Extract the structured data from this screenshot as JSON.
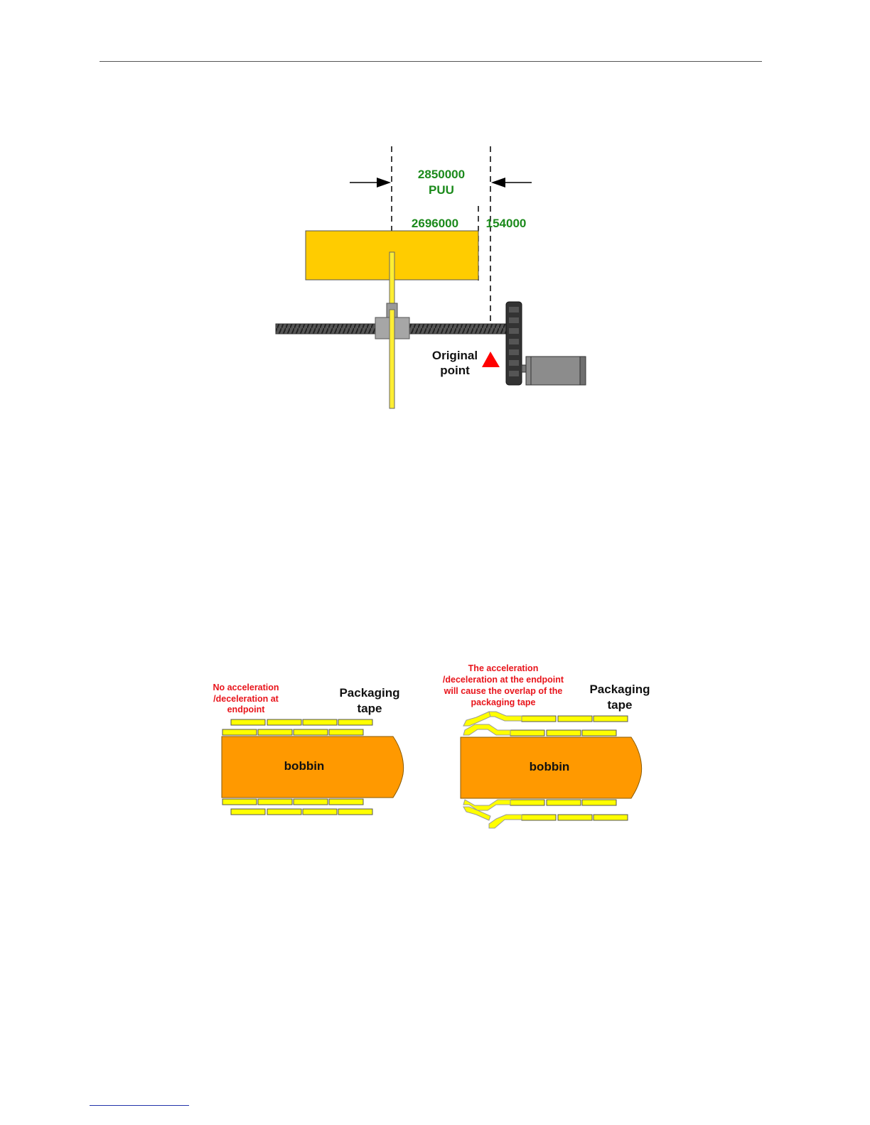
{
  "diagram1": {
    "total_value": "2850000",
    "total_unit": "PUU",
    "segment_a": "2696000",
    "segment_b": "154000",
    "origin_label_line1": "Original",
    "origin_label_line2": "point"
  },
  "diagram2": {
    "left": {
      "note_line1": "No acceleration",
      "note_line2": "/deceleration at",
      "note_line3": "endpoint",
      "tape_label_line1": "Packaging",
      "tape_label_line2": "tape",
      "bobbin_label": "bobbin"
    },
    "right": {
      "note_line1": "The acceleration",
      "note_line2": "/deceleration at the endpoint",
      "note_line3": "will cause the overlap of the",
      "note_line4": "packaging tape",
      "tape_label_line1": "Packaging",
      "tape_label_line2": "tape",
      "bobbin_label": "bobbin"
    }
  },
  "colors": {
    "label_green": "#1b8a1b",
    "note_red": "#e8141b",
    "tape_yellow": "#ffff00",
    "bobbin_orange": "#ff9900",
    "block_gold": "#ffcc00",
    "origin_marker_red": "#ff0000"
  }
}
